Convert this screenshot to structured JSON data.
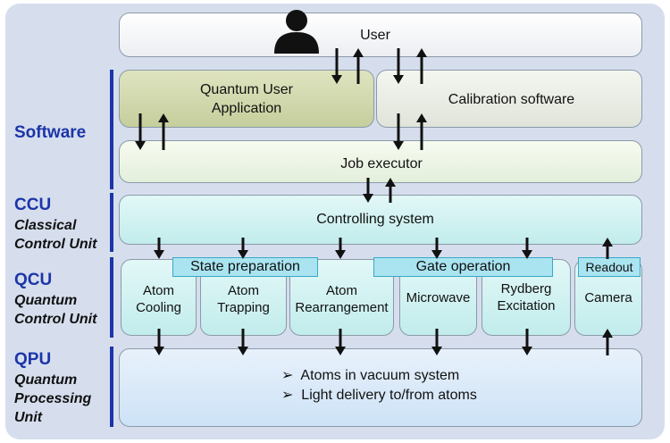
{
  "user": {
    "label": "User"
  },
  "software": {
    "section_abbr": "Software",
    "quantum_user_application": [
      "Quantum User",
      "Application"
    ],
    "calibration_software": "Calibration software",
    "job_executor": "Job executor"
  },
  "ccu": {
    "section_abbr": "CCU",
    "section_full": [
      "Classical",
      "Control Unit"
    ],
    "controlling_system": "Controlling system"
  },
  "qcu": {
    "section_abbr": "QCU",
    "section_full": [
      "Quantum",
      "Control Unit"
    ],
    "groups": {
      "state_preparation": "State preparation",
      "gate_operation": "Gate operation",
      "readout": "Readout"
    },
    "modules": {
      "atom_cooling": [
        "Atom",
        "Cooling"
      ],
      "atom_trapping": [
        "Atom",
        "Trapping"
      ],
      "atom_rearrangement": [
        "Atom",
        "Rearrangement"
      ],
      "microwave": [
        "Microwave"
      ],
      "rydberg_excitation": [
        "Rydberg",
        "Excitation"
      ],
      "camera": [
        "Camera"
      ]
    }
  },
  "qpu": {
    "section_abbr": "QPU",
    "section_full": [
      "Quantum",
      "Processing",
      "Unit"
    ],
    "bullet_marker": "➢",
    "bullets": [
      "Atoms in vacuum system",
      "Light delivery to/from atoms"
    ]
  },
  "colors": {
    "section_accent": "#1c35a8",
    "arrow": "#111111",
    "group_tag_fill": "#a9e4f0"
  },
  "icons": {
    "user": "user-silhouette-icon",
    "arrow": "arrow-icon"
  }
}
